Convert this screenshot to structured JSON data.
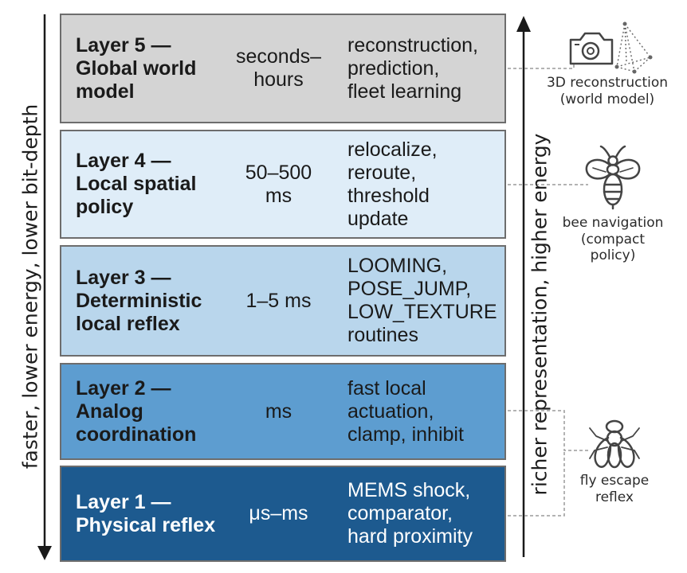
{
  "axes": {
    "left_label": "faster, lower energy, lower bit-depth",
    "right_label": "richer representation, higher energy"
  },
  "layers": [
    {
      "name": "Layer 5 —\nGlobal world\nmodel",
      "timescale": "seconds–\nhours",
      "functions": "reconstruction,\nprediction,\nfleet learning",
      "fill": "#d4d4d4"
    },
    {
      "name": "Layer 4 —\nLocal spatial\npolicy",
      "timescale": "50–500\nms",
      "functions": "relocalize,\nreroute,\nthreshold\nupdate",
      "fill": "#dfedf8"
    },
    {
      "name": "Layer 3 —\nDeterministic\nlocal reflex",
      "timescale": "1–5 ms",
      "functions": "LOOMING,\nPOSE_JUMP,\nLOW_TEXTURE\nroutines",
      "fill": "#b9d6ec"
    },
    {
      "name": "Layer 2 —\nAnalog\ncoordination",
      "timescale": "ms",
      "functions": "fast local\nactuation,\nclamp, inhibit",
      "fill": "#5d9dd0"
    },
    {
      "name": "Layer 1 —\nPhysical reflex",
      "timescale": "μs–ms",
      "functions": "MEMS shock,\ncomparator,\nhard proximity",
      "fill": "#1d5a8f"
    }
  ],
  "examples": [
    {
      "icon": "camera-icon",
      "caption": "3D reconstruction\n(world model)"
    },
    {
      "icon": "bee-icon",
      "caption": "bee navigation\n(compact\npolicy)"
    },
    {
      "icon": "fly-icon",
      "caption": "fly escape\nreflex"
    }
  ]
}
